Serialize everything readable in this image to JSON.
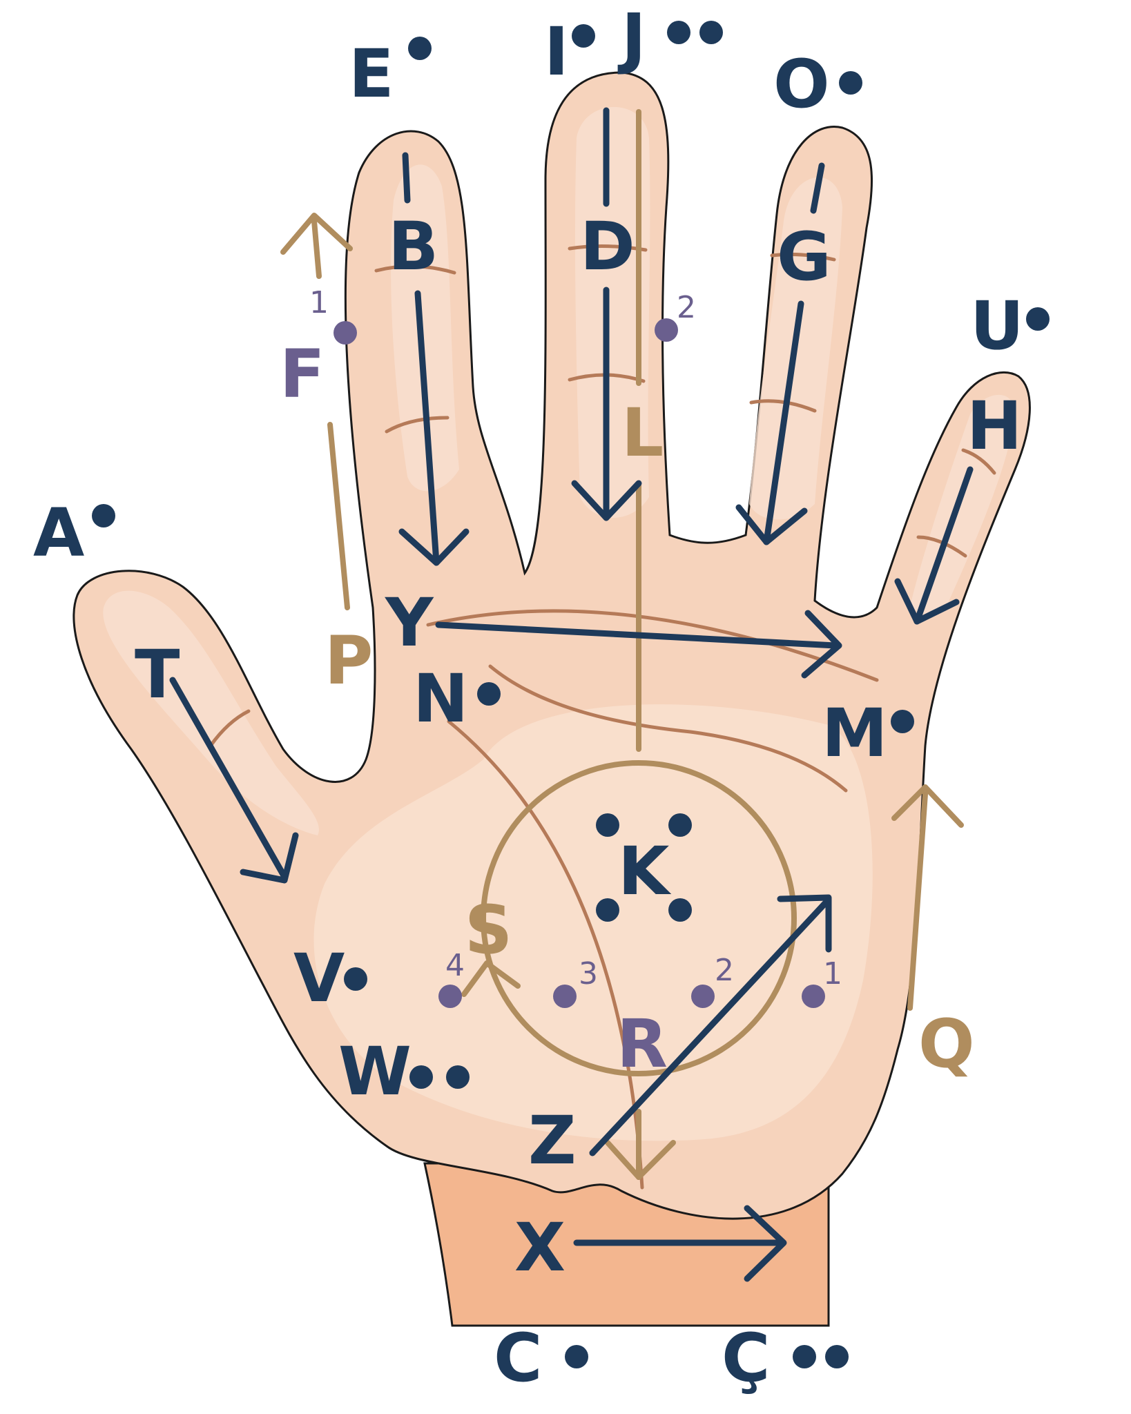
{
  "colors": {
    "navy": "#1e3a5a",
    "tan": "#b08d5e",
    "purple": "#6a5f8e",
    "skin": "#f6d3bc",
    "skin_dark": "#f2b48e",
    "skin_line": "#b57a58",
    "wrist": "#f3b68f"
  },
  "labels": {
    "A": "A",
    "B": "B",
    "C": "C",
    "C_cedilla": "Ç",
    "D": "D",
    "E": "E",
    "F": "F",
    "G": "G",
    "H": "H",
    "I": "I",
    "J": "J",
    "K": "K",
    "L": "L",
    "M": "M",
    "N": "N",
    "O": "O",
    "P": "P",
    "Q": "Q",
    "R": "R",
    "S": "S",
    "T": "T",
    "U": "U",
    "V": "V",
    "W": "W",
    "X": "X",
    "Y": "Y",
    "Z": "Z"
  },
  "numbers": {
    "f1": "1",
    "f2": "2",
    "r1": "1",
    "r2": "2",
    "r3": "3",
    "r4": "4"
  },
  "icons": [
    "hand-palm-icon",
    "braille-dot-icon",
    "arrow-icon"
  ]
}
